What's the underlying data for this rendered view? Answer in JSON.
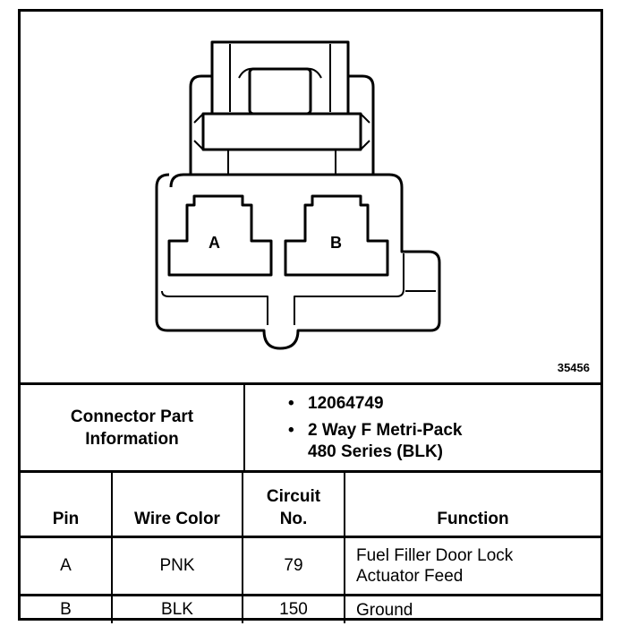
{
  "diagram": {
    "figure_number": "35456",
    "pin_labels": [
      "A",
      "B"
    ]
  },
  "connector_info": {
    "title_line1": "Connector Part",
    "title_line2": "Information",
    "items": [
      {
        "line1": "12064749",
        "line2": ""
      },
      {
        "line1": "2 Way F Metri-Pack",
        "line2": "480 Series (BLK)"
      }
    ]
  },
  "pin_table": {
    "headers": {
      "pin": "Pin",
      "wire_color": "Wire Color",
      "circuit_line1": "Circuit",
      "circuit_line2": "No.",
      "function": "Function"
    },
    "rows": [
      {
        "pin": "A",
        "wire_color": "PNK",
        "circuit": "79",
        "function_line1": "Fuel Filler Door Lock",
        "function_line2": "Actuator Feed"
      },
      {
        "pin": "B",
        "wire_color": "BLK",
        "circuit": "150",
        "function_line1": "Ground",
        "function_line2": ""
      }
    ]
  }
}
